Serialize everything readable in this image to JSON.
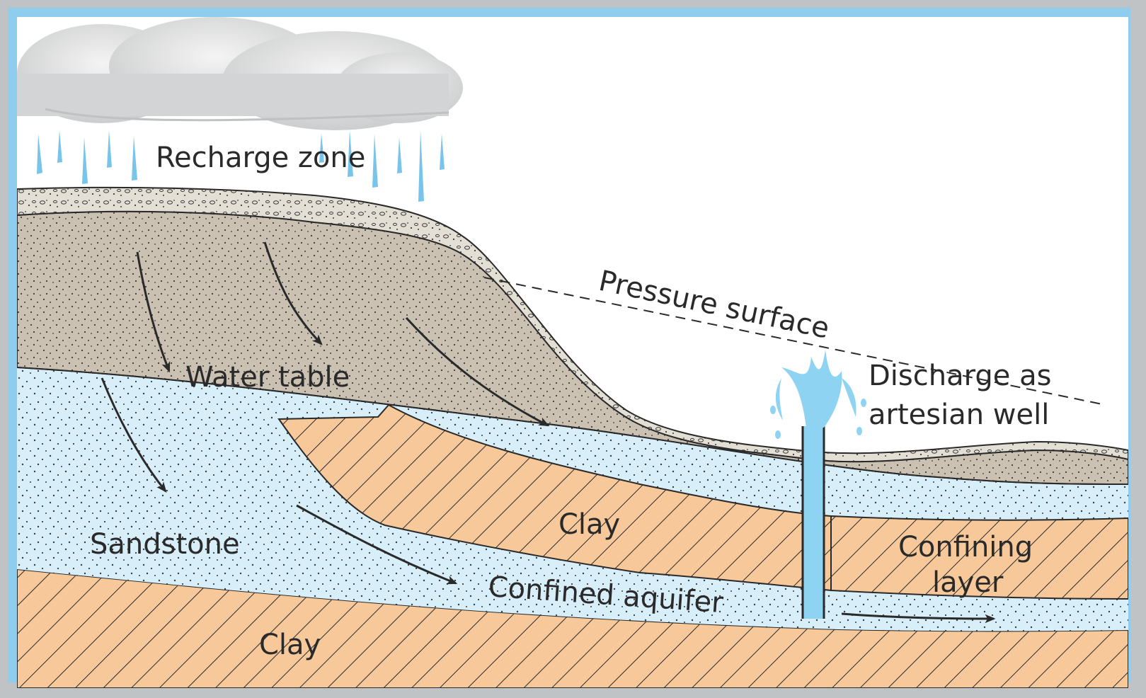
{
  "labels": {
    "recharge_zone": "Recharge zone",
    "pressure_surface": "Pressure surface",
    "water_table": "Water table",
    "discharge_line1": "Discharge as",
    "discharge_line2": "artesian well",
    "sandstone": "Sandstone",
    "clay_upper": "Clay",
    "confining_line1": "Confining",
    "confining_line2": "layer",
    "confined_aquifer": "Confined aquifer",
    "clay_lower": "Clay"
  },
  "colors": {
    "frame": "#8fcdef",
    "sky": "#ffffff",
    "cloud": "#d9dadb",
    "rain": "#79c4ea",
    "gravel": "#e3dfd5",
    "unsaturated_soil": "#cbc1b3",
    "aquifer_water": "#d8effa",
    "clay": "#f6c89a",
    "well_water": "#8fd3f2",
    "arrow": "#2a2a2a"
  }
}
